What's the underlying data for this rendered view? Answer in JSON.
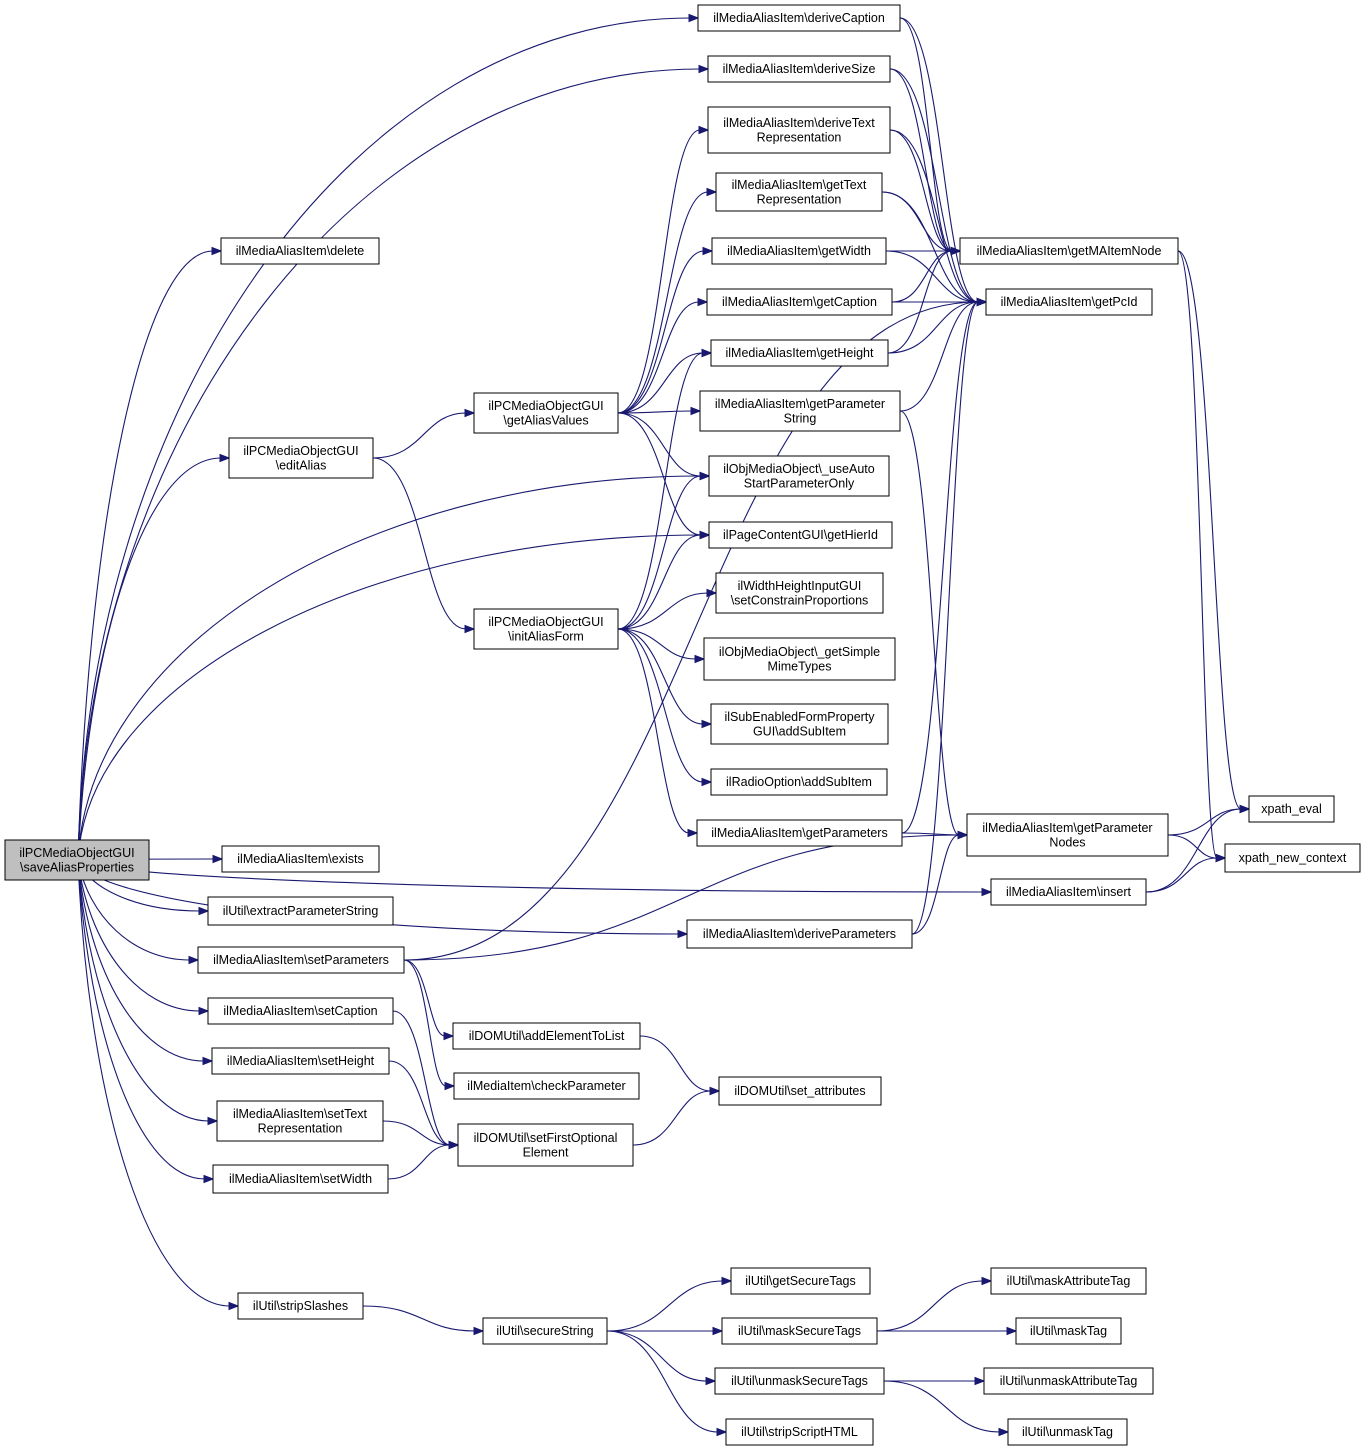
{
  "diagram": {
    "colors": {
      "edge": "#191970",
      "node_border": "#000000",
      "root_fill": "#bfbfbf",
      "node_fill": "#ffffff"
    },
    "nodes": [
      {
        "id": "root",
        "lines": [
          "ilPCMediaObjectGUI",
          "\\saveAliasProperties"
        ],
        "root": true
      },
      {
        "id": "deriveCaption",
        "lines": [
          "ilMediaAliasItem\\deriveCaption"
        ]
      },
      {
        "id": "deriveSize",
        "lines": [
          "ilMediaAliasItem\\deriveSize"
        ]
      },
      {
        "id": "deriveTextRep",
        "lines": [
          "ilMediaAliasItem\\deriveText",
          "Representation"
        ]
      },
      {
        "id": "getTextRep",
        "lines": [
          "ilMediaAliasItem\\getText",
          "Representation"
        ]
      },
      {
        "id": "delete",
        "lines": [
          "ilMediaAliasItem\\delete"
        ]
      },
      {
        "id": "getWidth",
        "lines": [
          "ilMediaAliasItem\\getWidth"
        ]
      },
      {
        "id": "getMAItemNode",
        "lines": [
          "ilMediaAliasItem\\getMAItemNode"
        ]
      },
      {
        "id": "getCaption",
        "lines": [
          "ilMediaAliasItem\\getCaption"
        ]
      },
      {
        "id": "getPcId",
        "lines": [
          "ilMediaAliasItem\\getPcId"
        ]
      },
      {
        "id": "getHeight",
        "lines": [
          "ilMediaAliasItem\\getHeight"
        ]
      },
      {
        "id": "getAliasValues",
        "lines": [
          "ilPCMediaObjectGUI",
          "\\getAliasValues"
        ]
      },
      {
        "id": "getParamString",
        "lines": [
          "ilMediaAliasItem\\getParameter",
          "String"
        ]
      },
      {
        "id": "editAlias",
        "lines": [
          "ilPCMediaObjectGUI",
          "\\editAlias"
        ]
      },
      {
        "id": "useAuto",
        "lines": [
          "ilObjMediaObject\\_useAuto",
          "StartParameterOnly"
        ]
      },
      {
        "id": "getHierId",
        "lines": [
          "ilPageContentGUI\\getHierId"
        ]
      },
      {
        "id": "setConstrain",
        "lines": [
          "ilWidthHeightInputGUI",
          "\\setConstrainProportions"
        ]
      },
      {
        "id": "initAliasForm",
        "lines": [
          "ilPCMediaObjectGUI",
          "\\initAliasForm"
        ]
      },
      {
        "id": "getSimpleMime",
        "lines": [
          "ilObjMediaObject\\_getSimple",
          "MimeTypes"
        ]
      },
      {
        "id": "subEnabledAdd",
        "lines": [
          "ilSubEnabledFormProperty",
          "GUI\\addSubItem"
        ]
      },
      {
        "id": "radioAdd",
        "lines": [
          "ilRadioOption\\addSubItem"
        ]
      },
      {
        "id": "xpathEval",
        "lines": [
          "xpath_eval"
        ]
      },
      {
        "id": "getParameters",
        "lines": [
          "ilMediaAliasItem\\getParameters"
        ]
      },
      {
        "id": "getParamNodes",
        "lines": [
          "ilMediaAliasItem\\getParameter",
          "Nodes"
        ]
      },
      {
        "id": "xpathNewContext",
        "lines": [
          "xpath_new_context"
        ]
      },
      {
        "id": "exists",
        "lines": [
          "ilMediaAliasItem\\exists"
        ]
      },
      {
        "id": "insert",
        "lines": [
          "ilMediaAliasItem\\insert"
        ]
      },
      {
        "id": "extractParam",
        "lines": [
          "ilUtil\\extractParameterString"
        ]
      },
      {
        "id": "deriveParams",
        "lines": [
          "ilMediaAliasItem\\deriveParameters"
        ]
      },
      {
        "id": "setParameters",
        "lines": [
          "ilMediaAliasItem\\setParameters"
        ]
      },
      {
        "id": "setCaption",
        "lines": [
          "ilMediaAliasItem\\setCaption"
        ]
      },
      {
        "id": "addElementToList",
        "lines": [
          "ilDOMUtil\\addElementToList"
        ]
      },
      {
        "id": "setHeight",
        "lines": [
          "ilMediaAliasItem\\setHeight"
        ]
      },
      {
        "id": "checkParameter",
        "lines": [
          "ilMediaItem\\checkParameter"
        ]
      },
      {
        "id": "setAttributes",
        "lines": [
          "ilDOMUtil\\set_attributes"
        ]
      },
      {
        "id": "setTextRep",
        "lines": [
          "ilMediaAliasItem\\setText",
          "Representation"
        ]
      },
      {
        "id": "setFirstOptional",
        "lines": [
          "ilDOMUtil\\setFirstOptional",
          "Element"
        ]
      },
      {
        "id": "setWidth",
        "lines": [
          "ilMediaAliasItem\\setWidth"
        ]
      },
      {
        "id": "getSecureTags",
        "lines": [
          "ilUtil\\getSecureTags"
        ]
      },
      {
        "id": "maskAttributeTag",
        "lines": [
          "ilUtil\\maskAttributeTag"
        ]
      },
      {
        "id": "stripSlashes",
        "lines": [
          "ilUtil\\stripSlashes"
        ]
      },
      {
        "id": "secureString",
        "lines": [
          "ilUtil\\secureString"
        ]
      },
      {
        "id": "maskSecureTags",
        "lines": [
          "ilUtil\\maskSecureTags"
        ]
      },
      {
        "id": "maskTag",
        "lines": [
          "ilUtil\\maskTag"
        ]
      },
      {
        "id": "unmaskSecureTags",
        "lines": [
          "ilUtil\\unmaskSecureTags"
        ]
      },
      {
        "id": "unmaskAttributeTag",
        "lines": [
          "ilUtil\\unmaskAttributeTag"
        ]
      },
      {
        "id": "unmaskTag",
        "lines": [
          "ilUtil\\unmaskTag"
        ]
      },
      {
        "id": "stripScriptHTML",
        "lines": [
          "ilUtil\\stripScriptHTML"
        ]
      }
    ],
    "edges": [
      [
        "root",
        "deriveCaption"
      ],
      [
        "root",
        "deriveSize"
      ],
      [
        "root",
        "delete"
      ],
      [
        "root",
        "editAlias"
      ],
      [
        "root",
        "useAuto"
      ],
      [
        "root",
        "getHierId"
      ],
      [
        "root",
        "exists"
      ],
      [
        "root",
        "extractParam"
      ],
      [
        "root",
        "deriveParams"
      ],
      [
        "root",
        "setParameters"
      ],
      [
        "root",
        "setCaption"
      ],
      [
        "root",
        "setHeight"
      ],
      [
        "root",
        "setTextRep"
      ],
      [
        "root",
        "setWidth"
      ],
      [
        "root",
        "insert"
      ],
      [
        "root",
        "stripSlashes"
      ],
      [
        "editAlias",
        "getAliasValues"
      ],
      [
        "editAlias",
        "initAliasForm"
      ],
      [
        "getAliasValues",
        "deriveTextRep"
      ],
      [
        "getAliasValues",
        "getTextRep"
      ],
      [
        "getAliasValues",
        "getWidth"
      ],
      [
        "getAliasValues",
        "getCaption"
      ],
      [
        "getAliasValues",
        "getHeight"
      ],
      [
        "getAliasValues",
        "getParamString"
      ],
      [
        "getAliasValues",
        "useAuto"
      ],
      [
        "getAliasValues",
        "getHierId"
      ],
      [
        "initAliasForm",
        "getHeight"
      ],
      [
        "initAliasForm",
        "useAuto"
      ],
      [
        "initAliasForm",
        "getHierId"
      ],
      [
        "initAliasForm",
        "setConstrain"
      ],
      [
        "initAliasForm",
        "getSimpleMime"
      ],
      [
        "initAliasForm",
        "subEnabledAdd"
      ],
      [
        "initAliasForm",
        "radioAdd"
      ],
      [
        "initAliasForm",
        "getParameters"
      ],
      [
        "deriveCaption",
        "getMAItemNode"
      ],
      [
        "deriveCaption",
        "getPcId"
      ],
      [
        "deriveSize",
        "getMAItemNode"
      ],
      [
        "deriveSize",
        "getPcId"
      ],
      [
        "deriveTextRep",
        "getMAItemNode"
      ],
      [
        "deriveTextRep",
        "getPcId"
      ],
      [
        "getTextRep",
        "getMAItemNode"
      ],
      [
        "getTextRep",
        "getPcId"
      ],
      [
        "getWidth",
        "getMAItemNode"
      ],
      [
        "getWidth",
        "getPcId"
      ],
      [
        "getCaption",
        "getMAItemNode"
      ],
      [
        "getCaption",
        "getPcId"
      ],
      [
        "getHeight",
        "getMAItemNode"
      ],
      [
        "getHeight",
        "getPcId"
      ],
      [
        "getParamString",
        "getPcId"
      ],
      [
        "getParamString",
        "getParamNodes"
      ],
      [
        "getParameters",
        "getPcId"
      ],
      [
        "getParameters",
        "getParamNodes"
      ],
      [
        "deriveParams",
        "getPcId"
      ],
      [
        "deriveParams",
        "getParamNodes"
      ],
      [
        "setParameters",
        "getPcId"
      ],
      [
        "setParameters",
        "getParamNodes"
      ],
      [
        "setParameters",
        "addElementToList"
      ],
      [
        "setParameters",
        "checkParameter"
      ],
      [
        "getMAItemNode",
        "xpathEval"
      ],
      [
        "getMAItemNode",
        "xpathNewContext"
      ],
      [
        "getParamNodes",
        "xpathEval"
      ],
      [
        "getParamNodes",
        "xpathNewContext"
      ],
      [
        "insert",
        "xpathEval"
      ],
      [
        "insert",
        "xpathNewContext"
      ],
      [
        "addElementToList",
        "setAttributes"
      ],
      [
        "setFirstOptional",
        "setAttributes"
      ],
      [
        "setCaption",
        "setFirstOptional"
      ],
      [
        "setHeight",
        "setFirstOptional"
      ],
      [
        "setTextRep",
        "setFirstOptional"
      ],
      [
        "setWidth",
        "setFirstOptional"
      ],
      [
        "stripSlashes",
        "secureString"
      ],
      [
        "secureString",
        "getSecureTags"
      ],
      [
        "secureString",
        "maskSecureTags"
      ],
      [
        "secureString",
        "unmaskSecureTags"
      ],
      [
        "secureString",
        "stripScriptHTML"
      ],
      [
        "maskSecureTags",
        "maskAttributeTag"
      ],
      [
        "maskSecureTags",
        "maskTag"
      ],
      [
        "unmaskSecureTags",
        "unmaskAttributeTag"
      ],
      [
        "unmaskSecureTags",
        "unmaskTag"
      ]
    ]
  }
}
